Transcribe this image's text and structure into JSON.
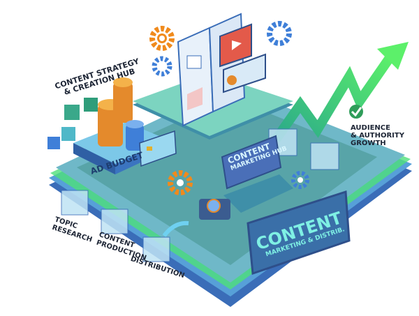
{
  "labels": {
    "strategy_hub": [
      "CONTENT STRATEGY",
      "& CREATION HUB"
    ],
    "ad_budget": "AD BUDGET",
    "marketing_hub": [
      "CONTENT",
      "MARKETING HUB"
    ],
    "growth": [
      "AUDIENCE",
      "& AUTHORITY",
      "GROWTH"
    ],
    "topic_research": [
      "TOPIC",
      "RESEARCH"
    ],
    "content_production": [
      "CONTENT",
      "PRODUCTION"
    ],
    "distribution": "DISTRIBUTION",
    "distrib_sign": [
      "CONTENT",
      "MARKETING & DISTRIB."
    ]
  },
  "colors": {
    "platform": "#4a8fd0",
    "platform_top": "#5fb7b4",
    "accent_green": "#4fe07a",
    "coin": "#e48a2c",
    "gear_orange": "#f08a1c",
    "gear_blue": "#3f7fd8",
    "sign_text": "#7ff0e4",
    "check": "#2f9d5a"
  }
}
